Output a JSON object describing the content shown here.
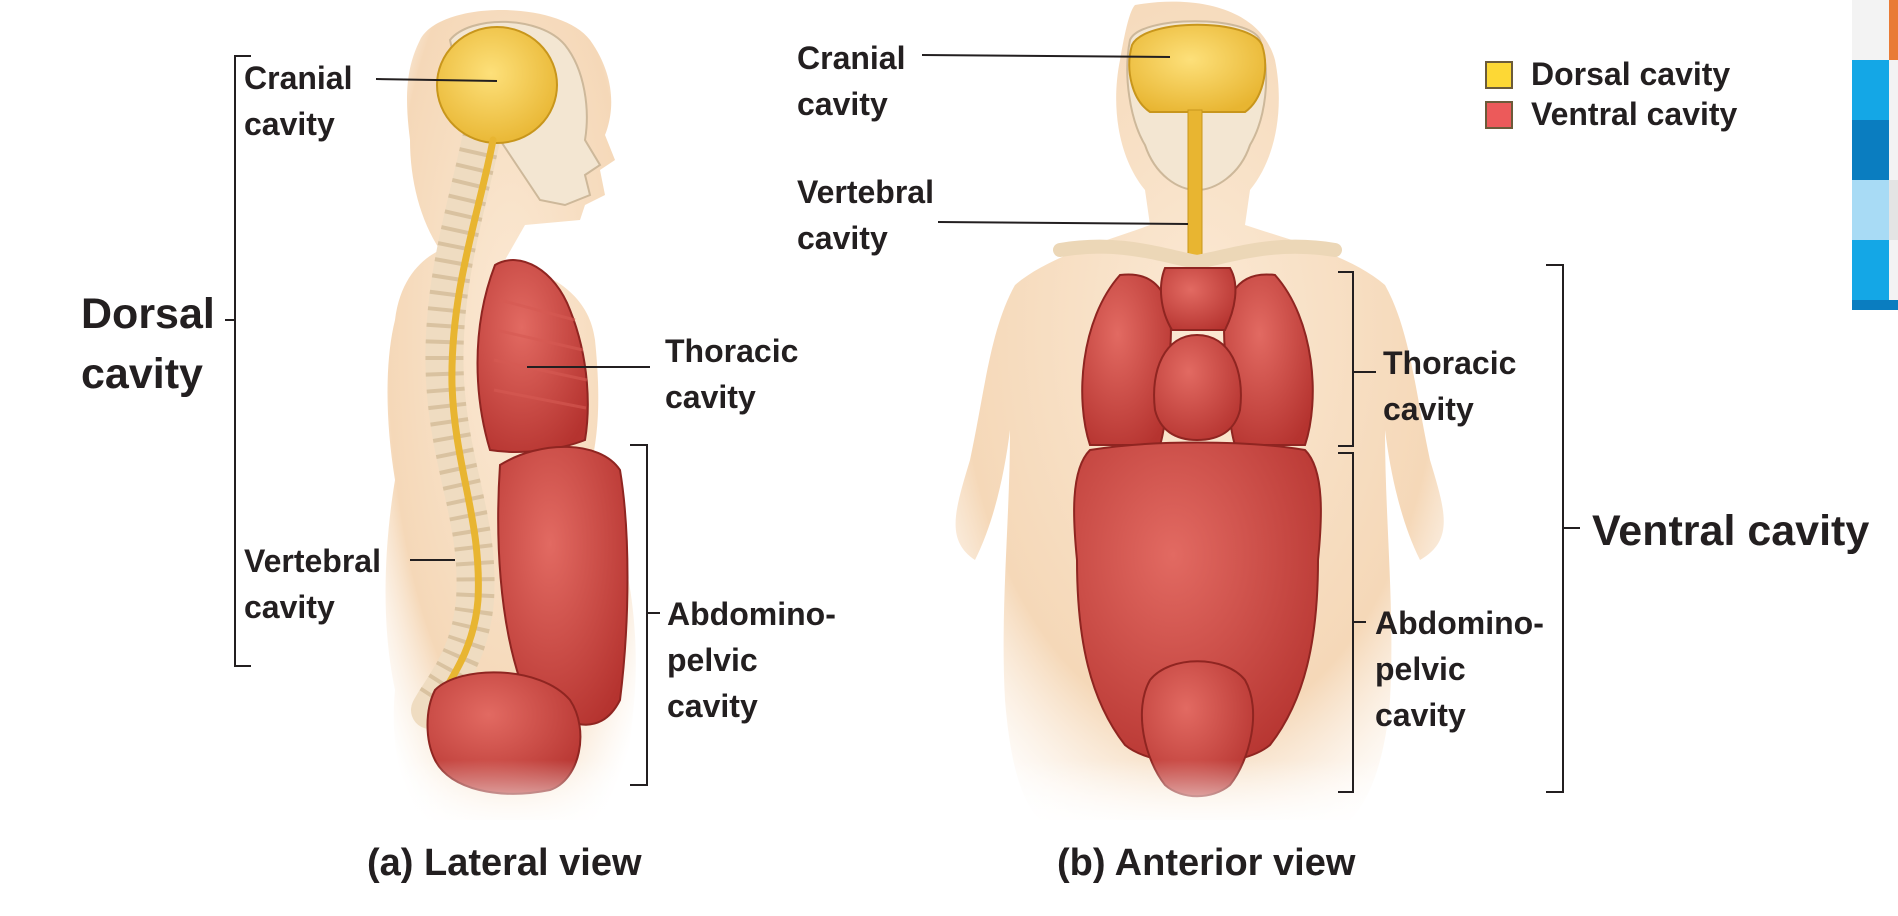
{
  "labels": {
    "dorsal": [
      "Dorsal",
      "cavity"
    ],
    "lateral_cranial": [
      "Cranial",
      "cavity"
    ],
    "lateral_vertebral": [
      "Vertebral",
      "cavity"
    ],
    "lateral_thoracic": [
      "Thoracic",
      "cavity"
    ],
    "lateral_abdomino": [
      "Abdomino-",
      "pelvic",
      "cavity"
    ],
    "anterior_cranial": [
      "Cranial",
      "cavity"
    ],
    "anterior_vertebral": [
      "Vertebral",
      "cavity"
    ],
    "anterior_thoracic": [
      "Thoracic",
      "cavity"
    ],
    "anterior_abdomino": [
      "Abdomino-",
      "pelvic",
      "cavity"
    ],
    "ventral": "Ventral cavity"
  },
  "captions": {
    "lateral": "(a) Lateral view",
    "anterior": "(b) Anterior view"
  },
  "legend": [
    {
      "label": "Dorsal cavity",
      "color": "#fdd835"
    },
    {
      "label": "Ventral cavity",
      "color": "#ec5a5a"
    }
  ],
  "colors": {
    "dorsal": "#f7c948",
    "ventral": "#c9413f",
    "body": "#f6dcc0"
  },
  "decor_strip": [
    "#f3f3f3",
    "#e97b35",
    "#14a7e6",
    "#f3f3f3",
    "#0a7dc0",
    "#f3f3f3",
    "#a8dbf5",
    "#e4e4e4",
    "#14a7e6",
    "#f3f3f3",
    "#0a7dc0"
  ]
}
